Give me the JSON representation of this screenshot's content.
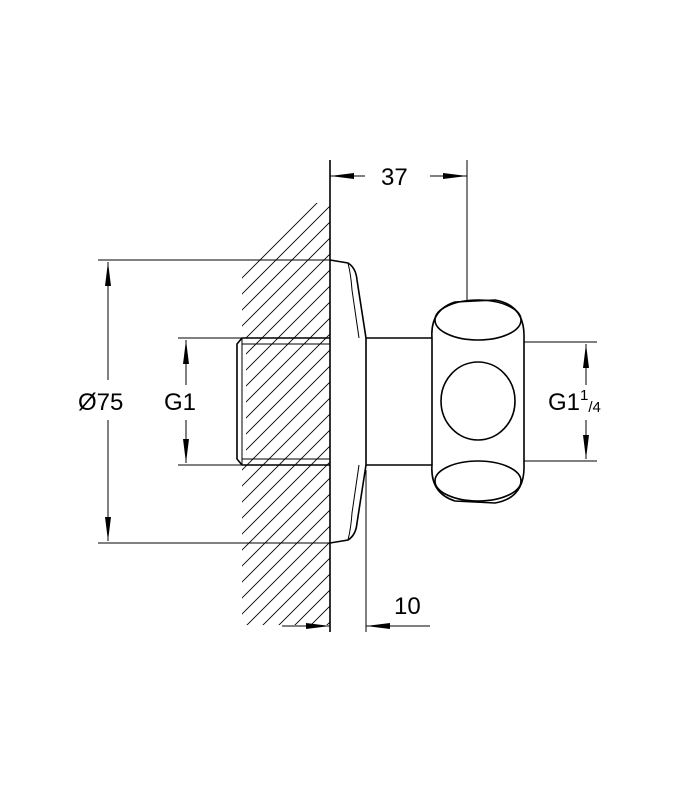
{
  "dimensions": {
    "depth": "37",
    "diameter": "Ø75",
    "inlet_thread": "G1",
    "outlet_thread_main": "G1",
    "outlet_thread_num": "1",
    "outlet_thread_den": "/4",
    "flange_thickness": "10"
  }
}
